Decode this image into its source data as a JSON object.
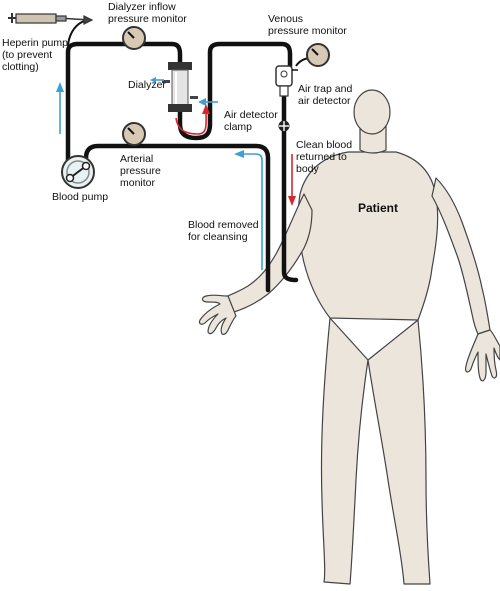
{
  "labels": {
    "heparin_pump": [
      "Heperin pump",
      "(to prevent",
      "clotting)"
    ],
    "dialyzer_inflow": [
      "Dialyzer inflow",
      "pressure monitor"
    ],
    "venous_monitor": [
      "Venous",
      "pressure monitor"
    ],
    "dialyzer": "Dialyzer",
    "air_trap": [
      "Air trap and",
      "air detector"
    ],
    "air_clamp": [
      "Air detector",
      "clamp"
    ],
    "arterial_monitor": [
      "Arterial",
      "pressure",
      "monitor"
    ],
    "clean_blood": [
      "Clean blood",
      "returned to",
      "body"
    ],
    "blood_pump": "Blood pump",
    "blood_removed": [
      "Blood removed",
      "for cleansing"
    ],
    "patient": "Patient"
  },
  "colors": {
    "skin": "#ece5db",
    "outline": "#444444",
    "tube": "#111111",
    "arrow_blue": "#3aa0d8",
    "arrow_red": "#d8262e",
    "gauge_face": "#d8c9b4"
  }
}
